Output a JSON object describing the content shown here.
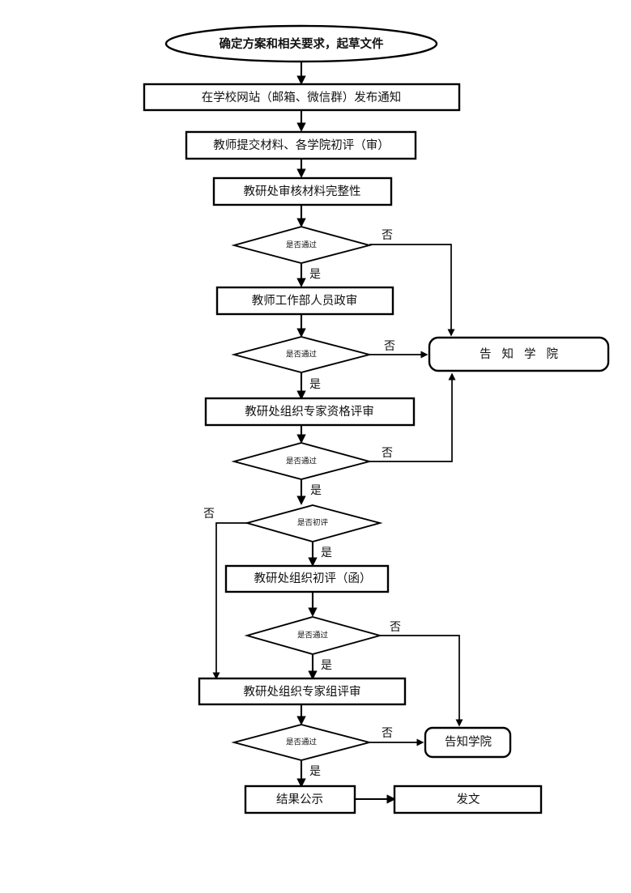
{
  "diagram": {
    "title": "确定方案和相关要求，起草文件",
    "type": "flowchart",
    "orientation": "vertical"
  },
  "nodes": {
    "start": {
      "label": "确定方案和相关要求，起草文件",
      "shape": "ellipse"
    },
    "publish_notice": {
      "label": "在学校网站（邮箱、微信群）发布通知",
      "shape": "rectangle"
    },
    "submit_materials": {
      "label": "教师提交材料、各学院初评（审）",
      "shape": "rectangle"
    },
    "check_completeness": {
      "label": "教研处审核材料完整性",
      "shape": "rectangle"
    },
    "political_review": {
      "label": "教师工作部人员政审",
      "shape": "rectangle"
    },
    "expert_qualification": {
      "label": "教研处组织专家资格评审",
      "shape": "rectangle"
    },
    "organize_preliminary": {
      "label": "教研处组织初评（函）",
      "shape": "rectangle"
    },
    "expert_group_review": {
      "label": "教研处组织专家组评审",
      "shape": "rectangle"
    },
    "notify_college_main": {
      "label": "告知学院",
      "shape": "rounded-rectangle"
    },
    "notify_college_small": {
      "label": "告知学院",
      "shape": "rounded-rectangle"
    },
    "publicize_result": {
      "label": "结果公示",
      "shape": "rectangle"
    },
    "issue_document": {
      "label": "发文",
      "shape": "rectangle"
    }
  },
  "decisions": {
    "d1": {
      "label": "是否通过",
      "shape": "diamond"
    },
    "d2": {
      "label": "是否通过",
      "shape": "diamond"
    },
    "d3": {
      "label": "是否通过",
      "shape": "diamond"
    },
    "d4": {
      "label": "是否初评",
      "shape": "diamond"
    },
    "d5": {
      "label": "是否通过",
      "shape": "diamond"
    },
    "d6": {
      "label": "是否通过",
      "shape": "diamond"
    }
  },
  "branch_labels": {
    "yes": "是",
    "no": "否",
    "d1_no": "否",
    "d1_yes": "是",
    "d2_no": "否",
    "d2_yes": "是",
    "d3_no": "否",
    "d3_yes": "是",
    "d4_no": "否",
    "d4_yes": "是",
    "d5_no": "否",
    "d5_yes": "是",
    "d6_no": "否",
    "d6_yes": "是"
  },
  "colors": {
    "stroke": "#000000",
    "fill": "#ffffff",
    "text": "#111111",
    "background": "#ffffff"
  }
}
